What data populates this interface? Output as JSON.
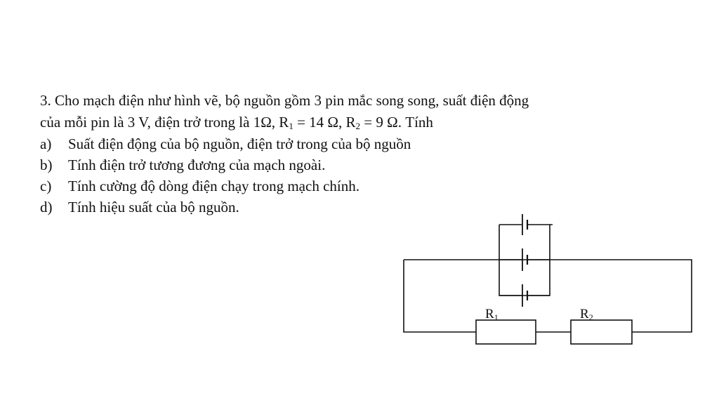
{
  "problem": {
    "number": "3.",
    "line1": "Cho mạch điện như hình vẽ, bộ nguồn gồm 3 pin mắc song song, suất điện động",
    "line2_a": "của mỗi pin là 3 V, điện trở trong là 1Ω, R",
    "line2_sub1": "1",
    "line2_b": " = 14 Ω, R",
    "line2_sub2": "2",
    "line2_c": " = 9 Ω. Tính",
    "items": [
      {
        "letter": "a)",
        "text": "Suất điện động của bộ nguồn, điện trở trong của bộ nguồn"
      },
      {
        "letter": "b)",
        "text": "Tính điện trở tương đương của mạch ngoài."
      },
      {
        "letter": "c)",
        "text": "Tính cường độ dòng điện chạy trong mạch chính."
      },
      {
        "letter": "d)",
        "text": "Tính hiệu suất của bộ nguồn."
      }
    ]
  },
  "circuit": {
    "r1_label": "R",
    "r1_sub": "1",
    "r2_label": "R",
    "r2_sub": "2"
  }
}
